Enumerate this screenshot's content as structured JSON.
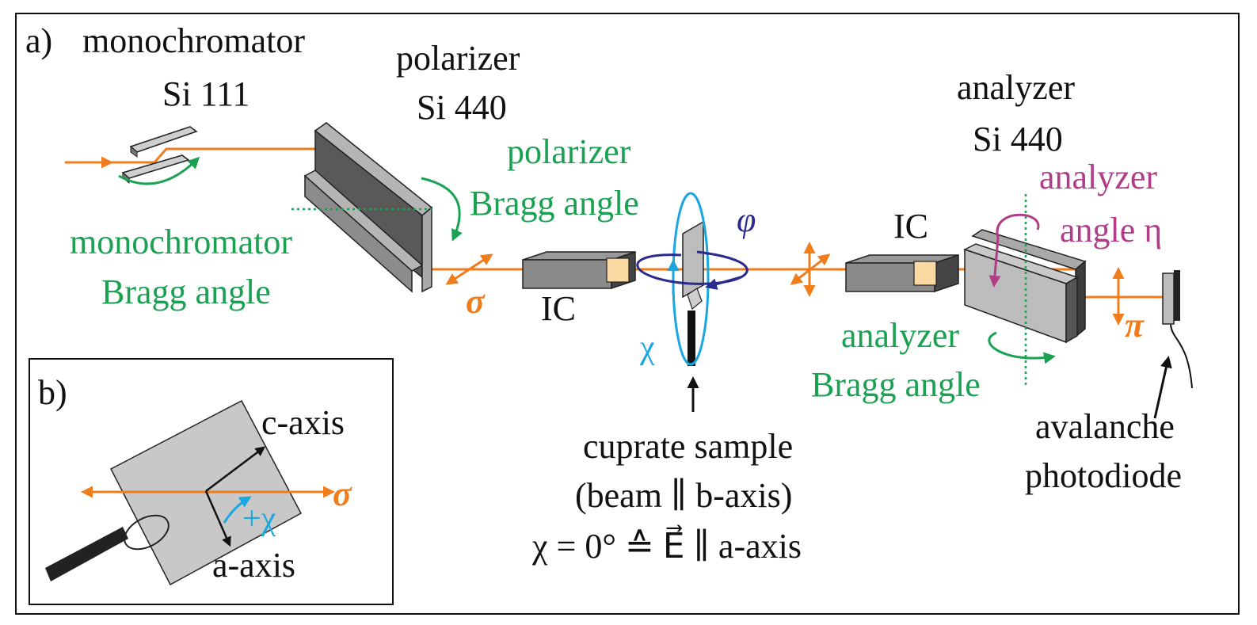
{
  "panel_a": {
    "label": "a)",
    "monochromator": {
      "name": "monochromator",
      "crystal": "Si 111",
      "angle_line1": "monochromator",
      "angle_line2": "Bragg angle"
    },
    "polarizer": {
      "name": "polarizer",
      "crystal": "Si 440",
      "angle_line1": "polarizer",
      "angle_line2": "Bragg angle"
    },
    "analyzer": {
      "name": "analyzer",
      "crystal": "Si 440",
      "angle_line1": "analyzer",
      "angle_line2": "Bragg angle",
      "eta_line1": "analyzer",
      "eta_line2": "angle η"
    },
    "ic_left": "IC",
    "ic_right": "IC",
    "sigma": "σ",
    "pi": "π",
    "phi": "φ",
    "chi": "χ",
    "sample": {
      "line1": "cuprate sample",
      "line2": "(beam ∥ b-axis)",
      "line3": "χ = 0° ≙ E⃗ ∥ a-axis"
    },
    "detector": {
      "line1": "avalanche",
      "line2": "photodiode"
    }
  },
  "panel_b": {
    "label": "b)",
    "c_axis": "c-axis",
    "a_axis": "a-axis",
    "sigma": "σ",
    "plus_chi": "+χ"
  },
  "colors": {
    "beam": "#f07c1c",
    "green": "#1aa152",
    "cyan": "#1aa6de",
    "purple": "#2d2a8e",
    "magenta": "#b03c8a"
  }
}
